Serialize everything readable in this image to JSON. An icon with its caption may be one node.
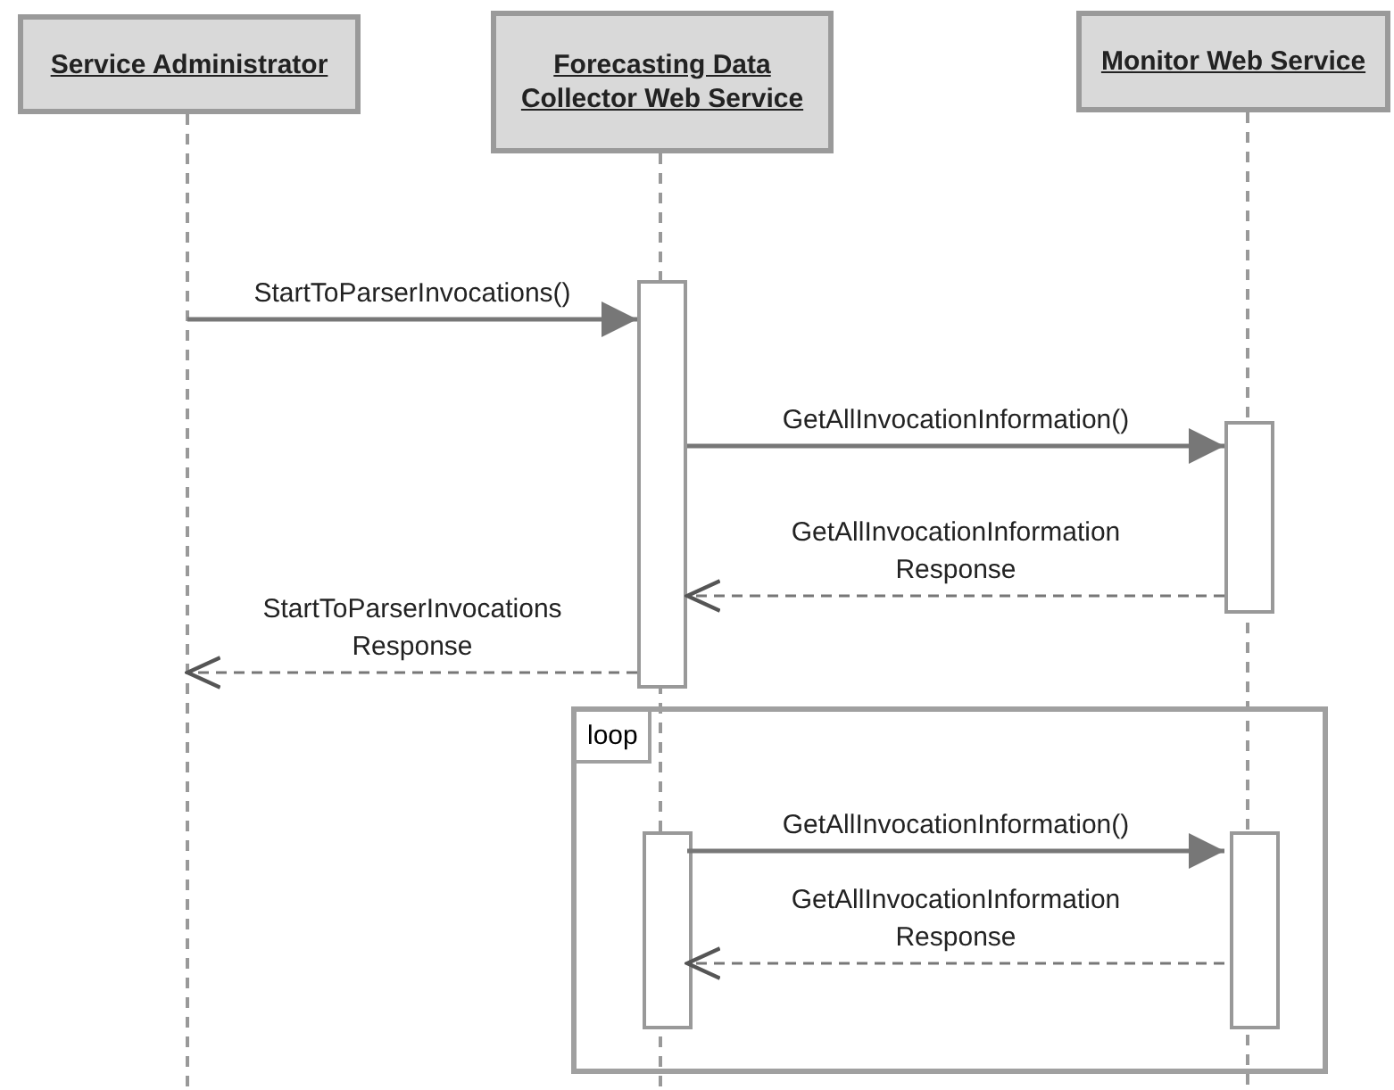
{
  "diagram": {
    "nodes": [
      {
        "text": [
          "Service Administrator"
        ]
      },
      {
        "text": [
          "Forecasting Data Collector Web Service"
        ]
      },
      {
        "text": [
          "Monitor Web Service"
        ]
      },
      {
        "text": [],
        "shape": "bar"
      },
      {
        "text": [],
        "shape": "bar"
      },
      {
        "text": [
          "loop"
        ]
      },
      {
        "text": [],
        "shape": "bar",
        "in": 5
      },
      {
        "text": [],
        "shape": "bar",
        "in": 5
      }
    ],
    "edges": [
      {
        "from": 0,
        "to": 3,
        "arrow": "to",
        "label": "StartToParserInvocations()"
      },
      {
        "from": 3,
        "to": 4,
        "arrow": "to",
        "label": "GetAllInvocationInformation()"
      },
      {
        "from": 4,
        "to": 3,
        "arrow": "to",
        "style": "dashed",
        "label": "GetAllInvocationInformation Response"
      },
      {
        "from": 3,
        "to": 0,
        "arrow": "to",
        "style": "dashed",
        "label": "StartToParserInvocations Response"
      },
      {
        "from": 6,
        "to": 7,
        "arrow": "to",
        "label": "GetAllInvocationInformation()"
      },
      {
        "from": 7,
        "to": 6,
        "arrow": "to",
        "style": "dashed",
        "label": "GetAllInvocationInformation Response"
      }
    ]
  }
}
